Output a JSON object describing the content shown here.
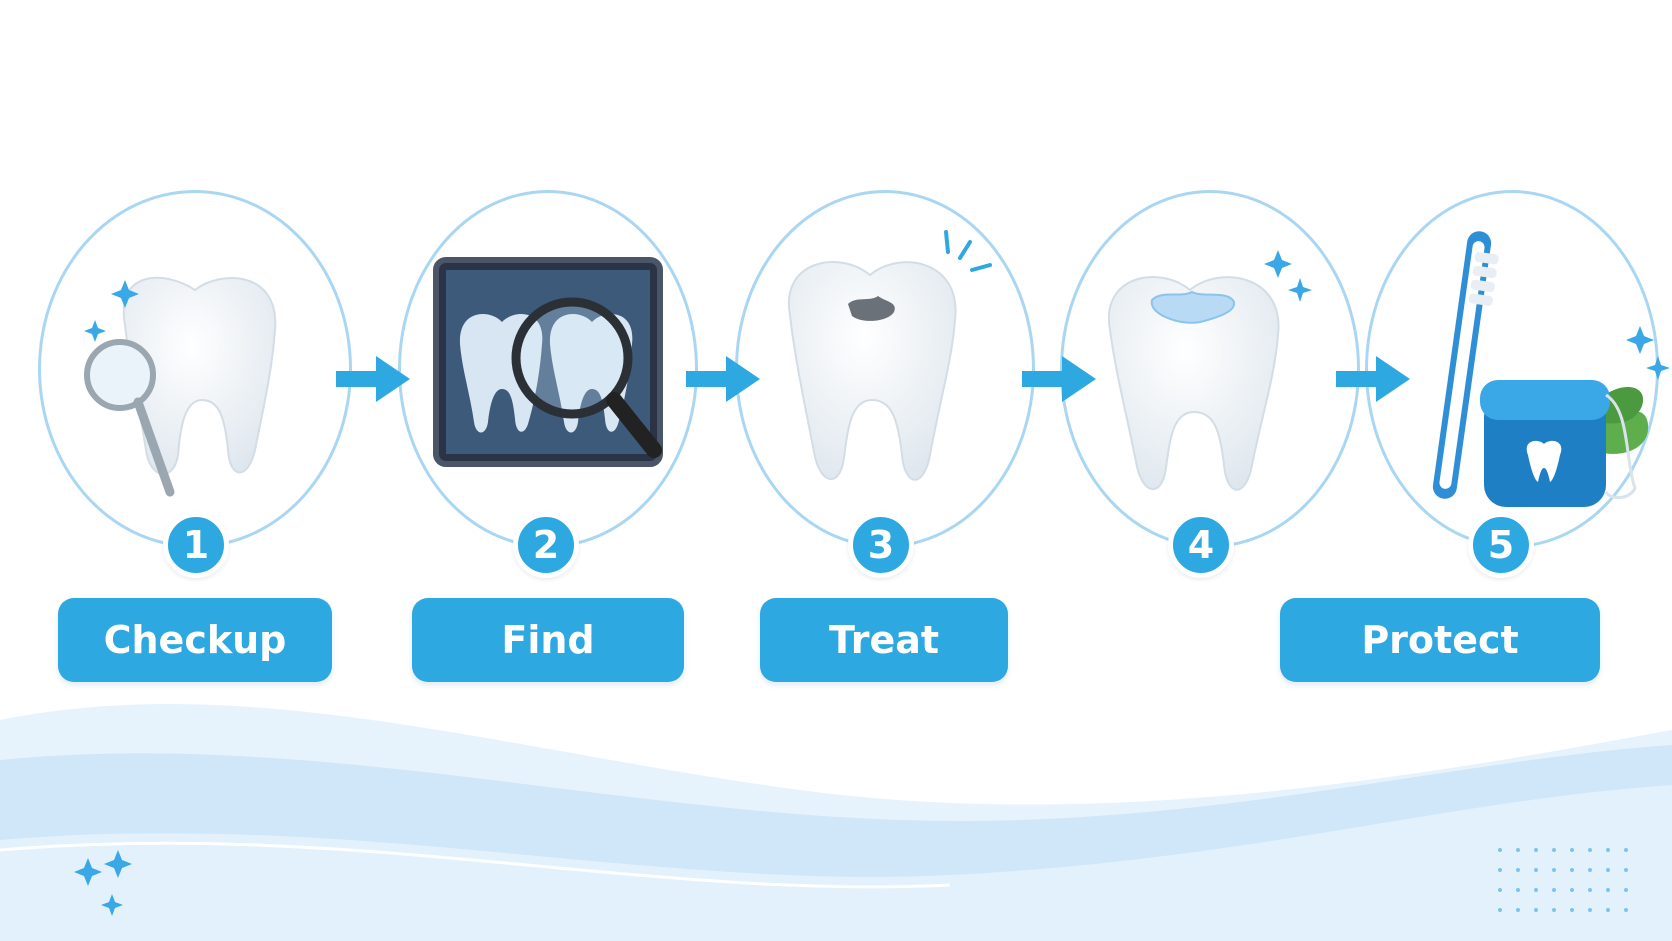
{
  "steps": [
    {
      "number": "1",
      "label": "Checkup",
      "icon": "tooth-with-dental-mirror-icon"
    },
    {
      "number": "2",
      "label": "Find",
      "icon": "xray-with-magnifier-icon"
    },
    {
      "number": "3",
      "label": "Treat",
      "icon": "tooth-with-cavity-icon"
    },
    {
      "number": "4",
      "label": "",
      "icon": "tooth-with-filling-icon"
    },
    {
      "number": "5",
      "label": "Protect",
      "icon": "toothbrush-and-floss-icon"
    }
  ],
  "colors": {
    "accent": "#2ea8e0",
    "ring": "#a9d6f2",
    "wave_light": "#d6ecfa",
    "wave_mid": "#bfe1f7",
    "sparkle": "#3aa7e6"
  }
}
